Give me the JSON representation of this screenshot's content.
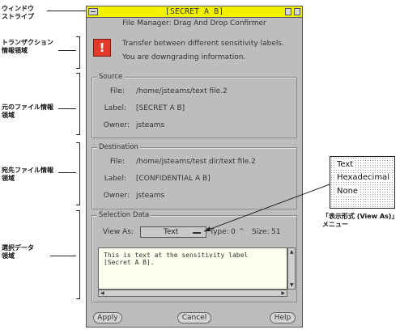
{
  "callouts": {
    "window_stripe": "ウィンドウ\nストライプ",
    "transaction": "トランザクション\n情報領域",
    "source_info": "元のファイル情報\n領域",
    "dest_info": "宛先ファイル情報\n領域",
    "selection": "選択データ\n領域",
    "menu_caption": "「表示形式 (View As)」\nメニュー"
  },
  "window": {
    "title": "[SECRET A B]",
    "subtitle": "File Manager: Drag And Drop Confirmer"
  },
  "transaction": {
    "line1": "Transfer between different sensitivity labels.",
    "line2": "You are downgrading information."
  },
  "source": {
    "group_label": "Source",
    "file_label": "File:",
    "file_value": "/home/jsteams/text file.2",
    "label_label": "Label:",
    "label_value": "[SECRET A B]",
    "owner_label": "Owner:",
    "owner_value": "jsteams"
  },
  "destination": {
    "group_label": "Destination",
    "file_label": "File:",
    "file_value": "/home/jsteams/test dir/text file.2",
    "label_label": "Label:",
    "label_value": "[CONFIDENTIAL A B]",
    "owner_label": "Owner:",
    "owner_value": "jsteams"
  },
  "selection": {
    "group_label": "Selection Data",
    "view_as_label": "View As:",
    "view_as_value": "Text",
    "type_label": "Type:",
    "type_value": "0",
    "size_label": "Size:",
    "size_value": "51",
    "text_line1": "This is text at the sensitivity label",
    "text_line2": "[Secret A B]."
  },
  "buttons": {
    "apply": "Apply",
    "cancel": "Cancel",
    "help": "Help"
  },
  "menu_popup": {
    "options": [
      "Text",
      "Hexadecimal",
      "None"
    ]
  }
}
